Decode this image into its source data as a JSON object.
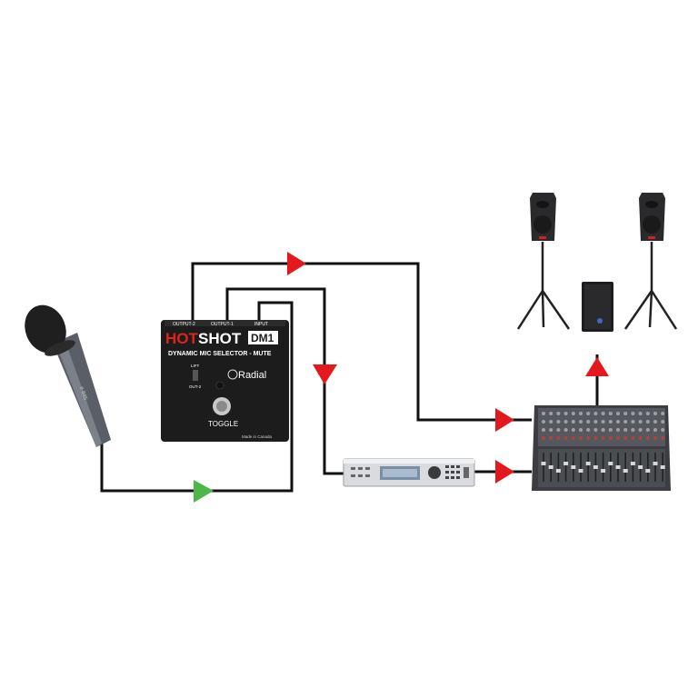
{
  "colors": {
    "cable": "#111111",
    "signal_arrow": "#e3191d",
    "mic_arrow": "#4cb848",
    "hotshot_red": "#e0231d",
    "panel": "#1c1c1c"
  },
  "hotshot": {
    "brand_hot": "HOT",
    "brand_shot": "SHOT",
    "model": "DM1",
    "subtitle": "DYNAMIC MIC SELECTOR - MUTE",
    "label_output2": "OUTPUT-2",
    "label_output1": "OUTPUT-1",
    "label_input": "INPUT",
    "switch_top": "LIFT",
    "switch_bottom": "OUT-2",
    "maker": "Radial",
    "toggle_label": "TOGGLE",
    "made_in": "Made in Canada"
  },
  "devices": {
    "microphone": "microphone",
    "processor": "processor",
    "mixer": "mixer",
    "subwoofer": "subwoofer",
    "speaker_left": "speaker",
    "speaker_right": "speaker"
  },
  "icons": {
    "mic_arrow": "triangle-right-green",
    "signal_arrows": [
      "triangle-right-red",
      "triangle-down-red",
      "triangle-right-red",
      "triangle-right-red",
      "triangle-up-red"
    ]
  }
}
